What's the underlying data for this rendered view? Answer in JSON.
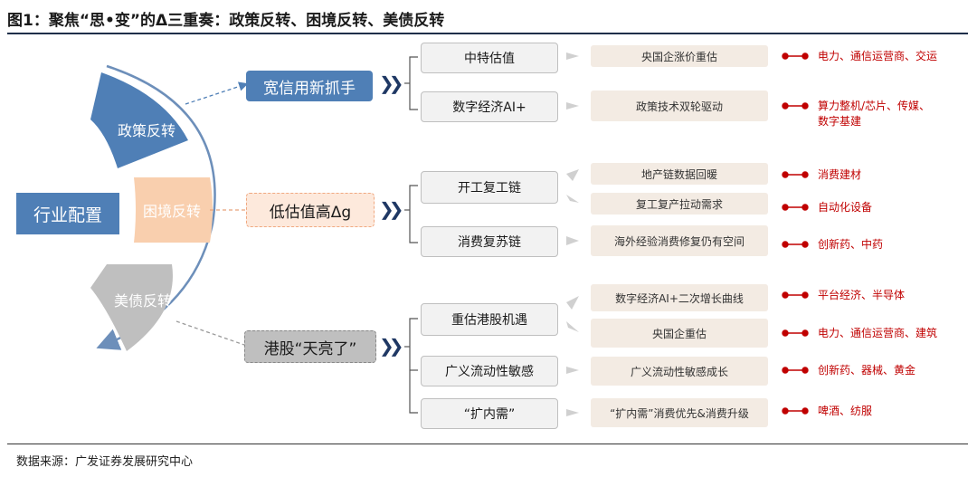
{
  "title": "图1：聚焦“思•变”的Δ三重奏：政策反转、困境反转、美债反转",
  "left_box": "行业配置",
  "sectors": {
    "policy": "政策反转",
    "distress": "困境反转",
    "ustreasury": "美债反转"
  },
  "themes": {
    "t1": "宽信用新抓手",
    "t2": "低估值高Δg",
    "t3": "港股“天亮了”"
  },
  "level1": {
    "a": "中特估值",
    "b": "数字经济AI+",
    "c": "开工复工链",
    "d": "消费复苏链",
    "e": "重估港股机遇",
    "f": "广义流动性敏感",
    "g": "“扩内需”"
  },
  "level2": {
    "a": "央国企涨价重估",
    "b": "政策技术双轮驱动",
    "c1": "地产链数据回暖",
    "c2": "复工复产拉动需求",
    "d": "海外经验消费修复仍有空间",
    "e1": "数字经济AI+二次增长曲线",
    "e2": "央国企重估",
    "f": "广义流动性敏感成长",
    "g": "“扩内需”消费优先&消费升级"
  },
  "tags": {
    "a": "电力、通信运营商、交运",
    "b1": "算力整机/芯片、传媒、",
    "b2": "数字基建",
    "c1": "消费建材",
    "c2": "自动化设备",
    "d": "创新药、中药",
    "e1": "平台经济、半导体",
    "e2": "电力、通信运营商、建筑",
    "f": "创新药、器械、黄金",
    "g": "啤酒、纺服"
  },
  "source": "数据来源：广发证券发展研究中心",
  "chevron": "❯❯",
  "colors": {
    "blue": "#4f7fb6",
    "peach": "#f9cfae",
    "gray": "#bfbfbf",
    "navy": "#1f3864",
    "red": "#c00000"
  }
}
